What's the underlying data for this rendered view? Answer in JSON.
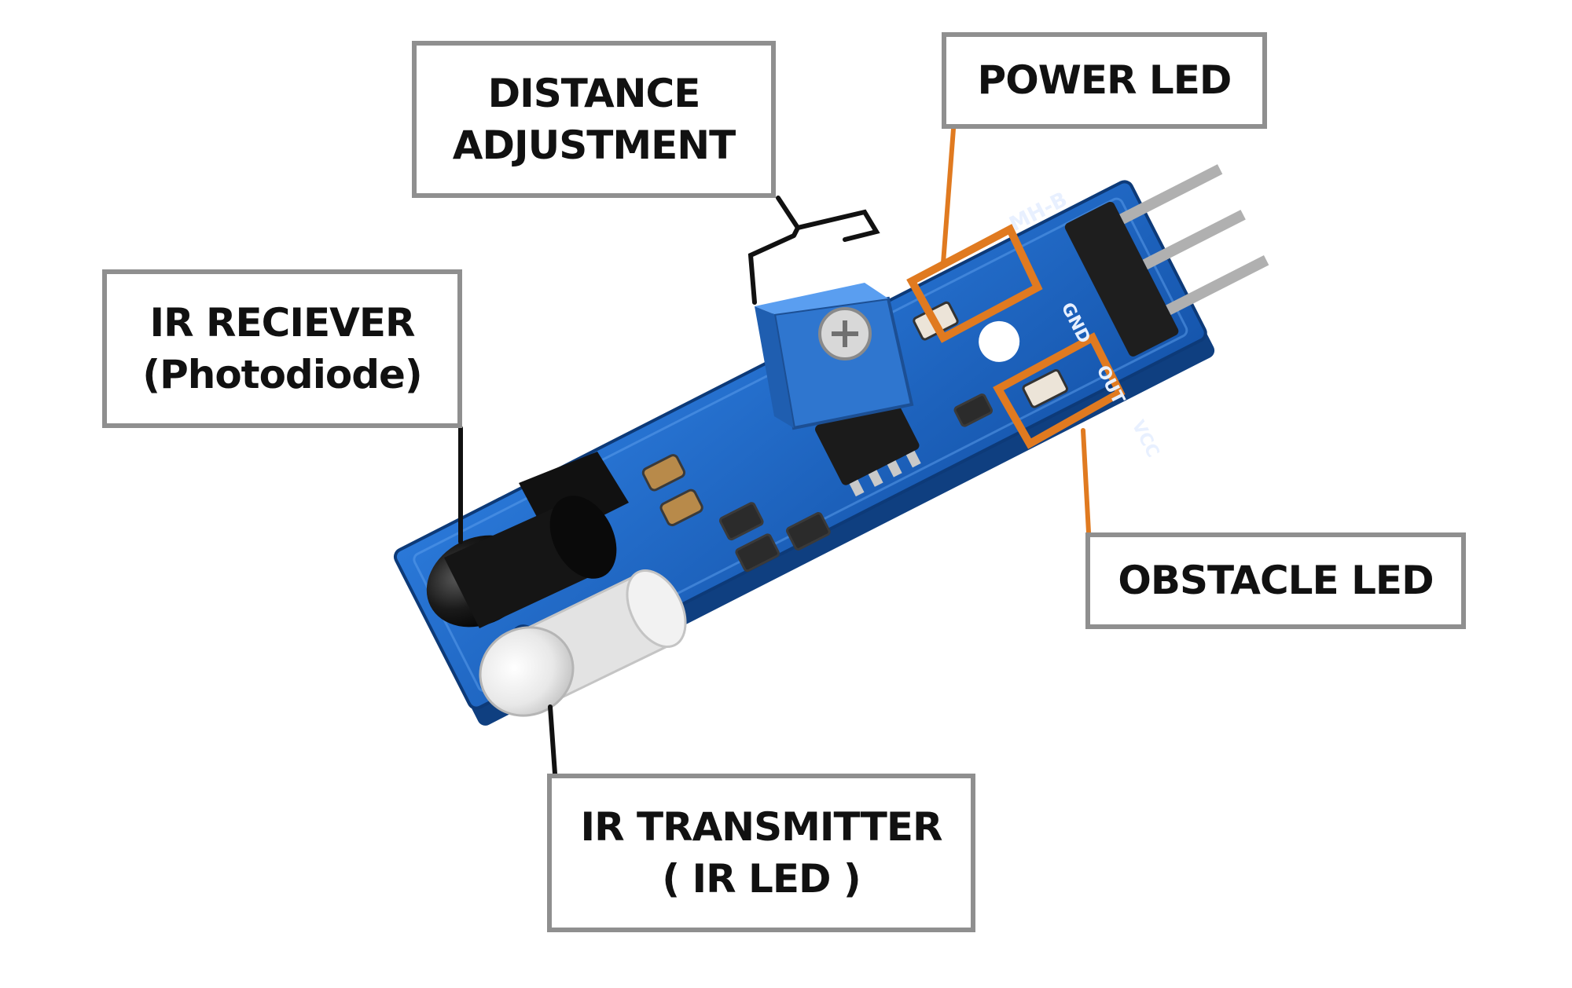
{
  "labels": {
    "distance": {
      "line1": "DISTANCE",
      "line2": "ADJUSTMENT"
    },
    "power": {
      "line1": "POWER LED"
    },
    "receiver": {
      "line1": "IR RECIEVER",
      "line2": "(Photodiode)"
    },
    "obstacle": {
      "line1": "OBSTACLE LED"
    },
    "transmitter": {
      "line1": "IR TRANSMITTER",
      "line2": "( IR LED )"
    }
  },
  "board": {
    "model_text": "MH-B",
    "pin_labels": [
      "GND",
      "OUT",
      "VCC"
    ]
  },
  "colors": {
    "pcb": "#1f67c3",
    "pcb_dark": "#124a96",
    "potentiometer": "#3c88e0",
    "highlight": "#e07a20",
    "leader_black": "#111111",
    "leader_orange": "#e07a20",
    "box_border": "#8f8f8f"
  },
  "icons": [
    "ir-receiver-icon",
    "ir-led-icon",
    "potentiometer-icon",
    "header-pins-icon",
    "chip-icon"
  ]
}
